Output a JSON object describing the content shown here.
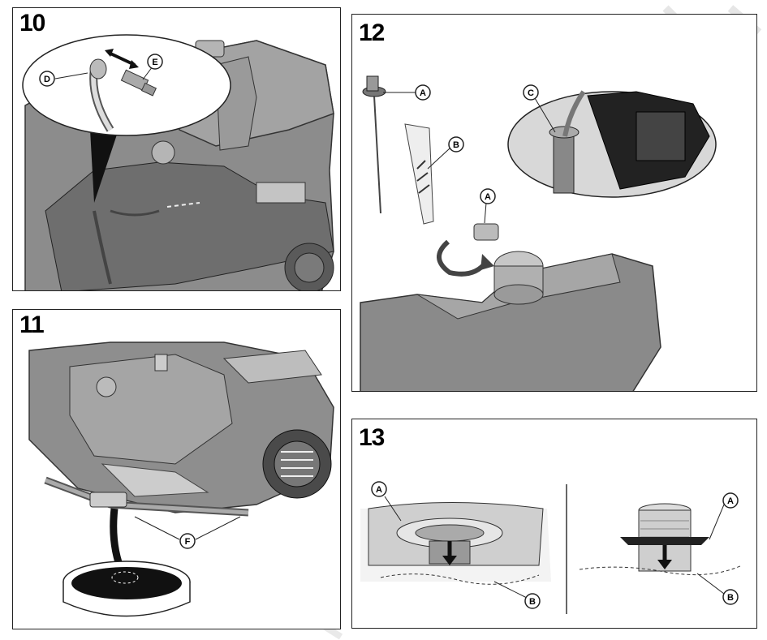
{
  "panels": {
    "p10": {
      "number": "10",
      "callouts": [
        "D",
        "E"
      ]
    },
    "p11": {
      "number": "11",
      "callouts": [
        "F"
      ]
    },
    "p12": {
      "number": "12",
      "callouts": [
        "A",
        "B",
        "C",
        "A"
      ]
    },
    "p13": {
      "number": "13",
      "callouts": [
        "A",
        "B",
        "A",
        "B"
      ]
    }
  }
}
